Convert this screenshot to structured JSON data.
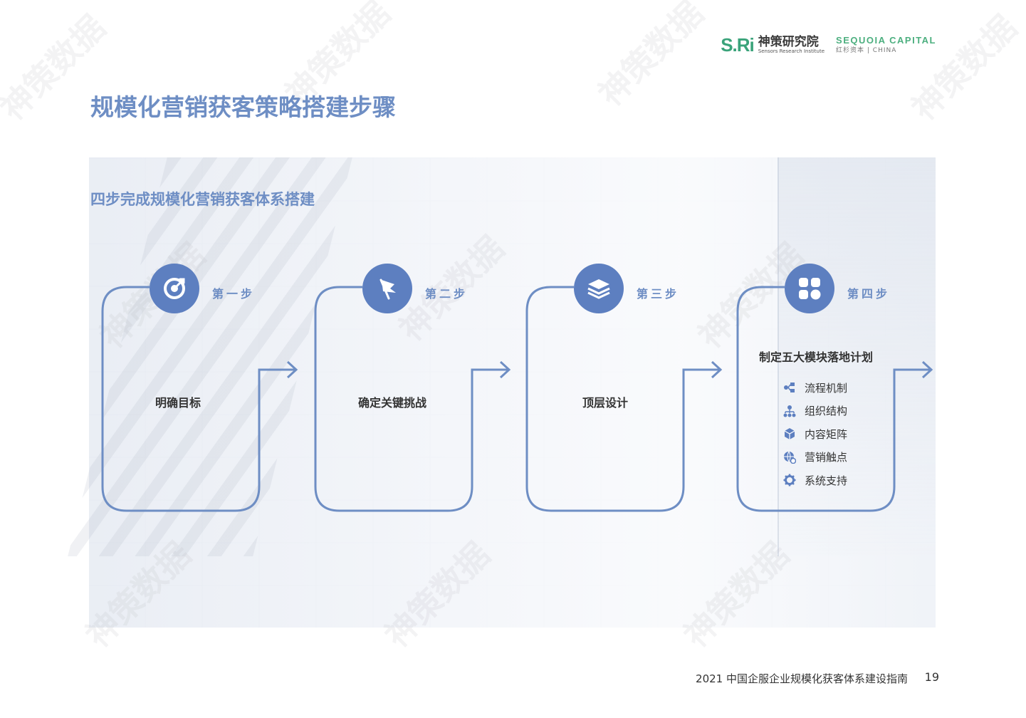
{
  "header": {
    "sri_mark": "S.Ri",
    "sri_cn": "神策研究院",
    "sri_en": "Sensors Research Institute",
    "sequoia_en": "SEQUOIA CAPITAL",
    "sequoia_cn": "红杉资本 | CHINA"
  },
  "title": "规模化营销获客策略搭建步骤",
  "subtitle": "四步完成规模化营销获客体系搭建",
  "steps": [
    {
      "label": "第一步",
      "main": "明确目标",
      "icon": "target-icon"
    },
    {
      "label": "第二步",
      "main": "确定关键挑战",
      "icon": "flag-icon"
    },
    {
      "label": "第三步",
      "main": "顶层设计",
      "icon": "layers-icon"
    },
    {
      "label": "第四步",
      "main": "制定五大模块落地计划",
      "icon": "grid-icon",
      "items": [
        {
          "text": "流程机制",
          "icon": "flow-icon"
        },
        {
          "text": "组织结构",
          "icon": "org-icon"
        },
        {
          "text": "内容矩阵",
          "icon": "cube-icon"
        },
        {
          "text": "营销触点",
          "icon": "globe-icon"
        },
        {
          "text": "系统支持",
          "icon": "gear-icon"
        }
      ]
    }
  ],
  "footer": {
    "text": "2021 中国企服企业规模化获客体系建设指南",
    "page": "19"
  },
  "colors": {
    "accent": "#6e8ec4",
    "icon_bg": "#5d7fc0",
    "brand_green": "#3aa37a"
  }
}
